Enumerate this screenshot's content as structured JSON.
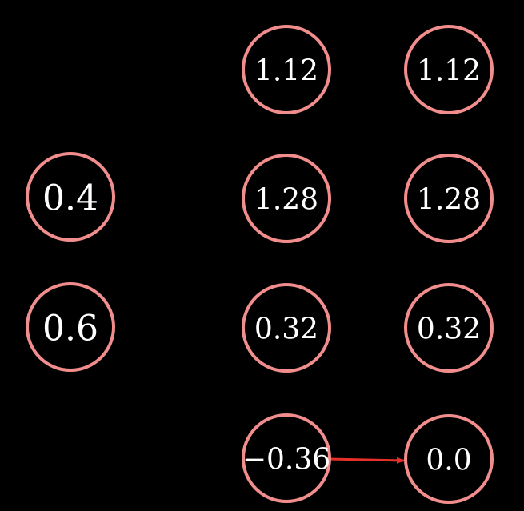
{
  "nodes": [
    {
      "id": "input-0",
      "label": "0.4"
    },
    {
      "id": "input-1",
      "label": "0.6"
    },
    {
      "id": "hidden-0",
      "label": "1.12"
    },
    {
      "id": "hidden-1",
      "label": "1.28"
    },
    {
      "id": "hidden-2",
      "label": "0.32"
    },
    {
      "id": "hidden-3",
      "label": "−0.36"
    },
    {
      "id": "output-0",
      "label": "1.12"
    },
    {
      "id": "output-1",
      "label": "1.28"
    },
    {
      "id": "output-2",
      "label": "0.32"
    },
    {
      "id": "output-3",
      "label": "0.0"
    }
  ],
  "arrow": {
    "from": "hidden-3",
    "to": "output-3",
    "color": "#e8302a"
  },
  "colors": {
    "background": "#000000",
    "node_outline": "#f28d8d",
    "text": "#ffffff"
  }
}
